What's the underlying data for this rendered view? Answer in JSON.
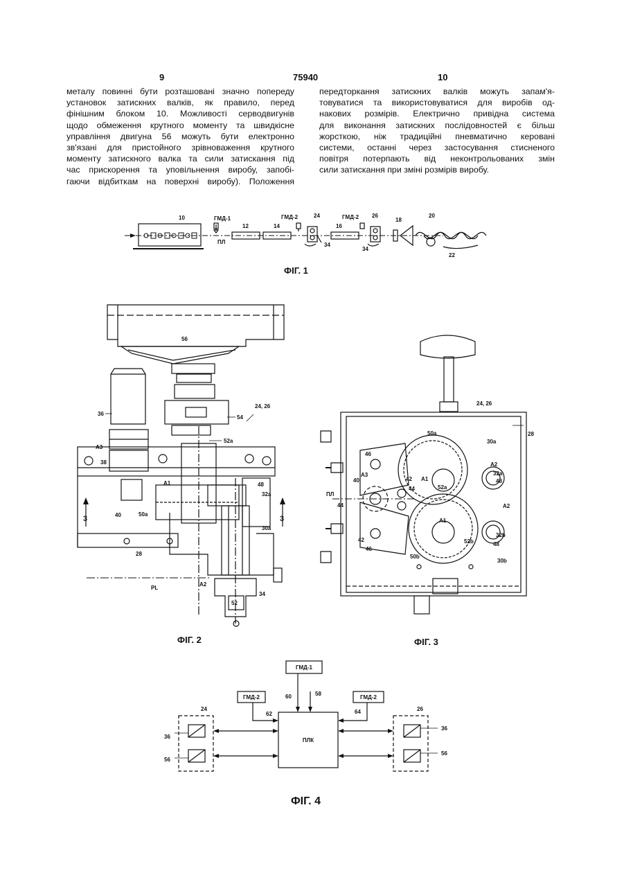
{
  "header": {
    "page_left": "9",
    "patent_number": "75940",
    "page_right": "10"
  },
  "text_left": [
    "металу повинні бути розташовані значно попереду",
    "установок затискних валків, як правило, перед",
    "фінішним блоком 10. Можливості серводвигунів",
    "щодо обмеження крутного моменту та швидкісне",
    "управління двигуна 56 можуть бути електронно",
    "зв'язані для пристойного зрівноваження крутного",
    "моменту затискного валка та сили затискання під",
    "час прискорення та уповільнення виробу, запобі-",
    "гаючи відбиткам на поверхні виробу). Положення"
  ],
  "text_right": [
    "передторкання затискних валків можуть запам'я-",
    "товуватися та використовуватися для виробів од-",
    "накових розмірів. Електрично привідна система",
    "для виконання затискних послідовностей є більш",
    "жорсткою, ніж традиційні пневматично керовані",
    "системи, останні через застосування стисненого",
    "повітря потерпають від неконтрольованих змін",
    "сили затискання при зміні розмірів виробу."
  ],
  "captions": {
    "fig1": "ФІГ. 1",
    "fig2": "ФІГ. 2",
    "fig3": "ФІГ. 3",
    "fig4": "ФІГ. 4"
  },
  "fig1": {
    "labels": [
      "10",
      "ГМД-1",
      "12",
      "ПЛ",
      "ГМД-2",
      "14",
      "24",
      "34",
      "ГМД-2",
      "16",
      "26",
      "34",
      "18",
      "20",
      "22"
    ]
  },
  "fig2": {
    "labels": [
      "56",
      "36",
      "54",
      "24, 26",
      "52a",
      "A3",
      "38",
      "A1",
      "48",
      "32a",
      "40",
      "50a",
      "3",
      "3",
      "30a",
      "28",
      "PL",
      "A2",
      "34",
      "52"
    ]
  },
  "fig3": {
    "labels": [
      "24, 26",
      "28",
      "50a",
      "30a",
      "46",
      "A3",
      "40",
      "42",
      "44",
      "ПЛ",
      "44",
      "A1",
      "52a",
      "A2",
      "32a",
      "48",
      "A2",
      "A1",
      "52b",
      "32b",
      "48",
      "42",
      "46",
      "50b",
      "30b"
    ]
  },
  "fig4": {
    "labels": [
      "ГМД-1",
      "ГМД-2",
      "ГМД-2",
      "60",
      "58",
      "62",
      "64",
      "24",
      "26",
      "ПЛК",
      "36",
      "56",
      "36",
      "56"
    ]
  }
}
